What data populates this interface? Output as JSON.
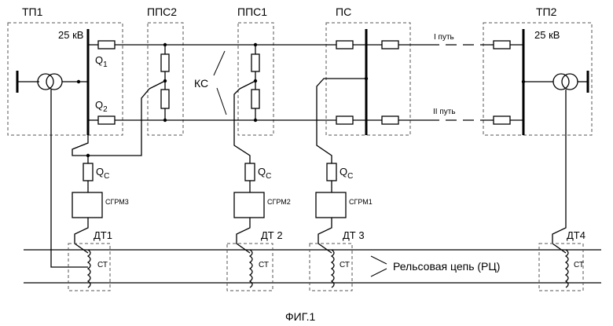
{
  "figure": {
    "caption": "ФИГ.1",
    "substations": {
      "tp1": "ТП1",
      "pps2": "ППС2",
      "pps1": "ППС1",
      "ps": "ПС",
      "tp2": "ТП2"
    },
    "voltage_tp1": "25 кВ",
    "voltage_tp2": "25 кВ",
    "breakers": {
      "q1_main": "Q",
      "q1_sub": "1",
      "q2_main": "Q",
      "q2_sub": "2",
      "qc_main": "Q",
      "qc_sub": "C"
    },
    "ks_label": "КС",
    "track1": "I путь",
    "track2": "II путь",
    "sgrm": [
      "СГРМ3",
      "СГРМ2",
      "СГРМ1"
    ],
    "dt": [
      "ДТ1",
      "ДТ 2",
      "ДТ 3",
      "ДТ4"
    ],
    "ct": "СТ",
    "rail_circuit": "Рельсовая цепь (РЦ)"
  }
}
